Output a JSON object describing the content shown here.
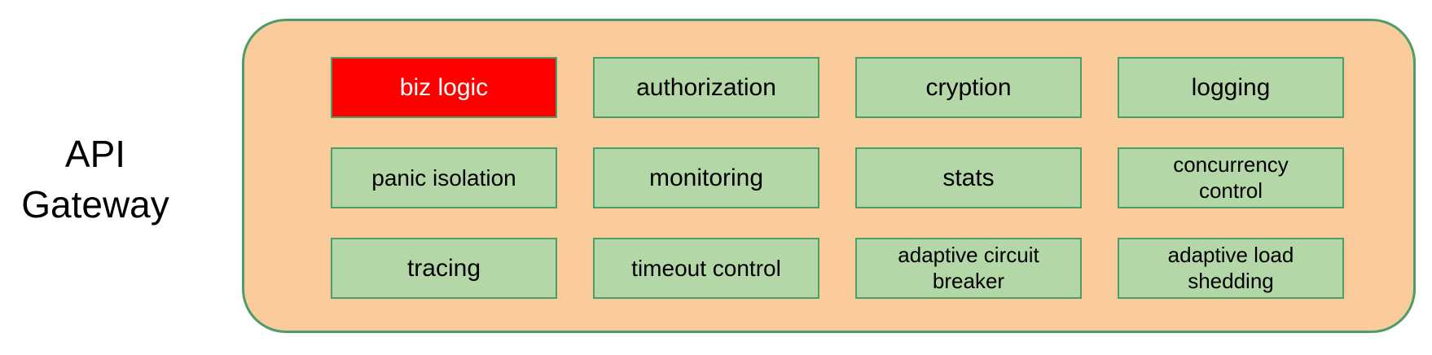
{
  "label": {
    "text": "API Gateway"
  },
  "gateway": {
    "components": [
      {
        "label": "biz logic",
        "highlight": true
      },
      {
        "label": "authorization",
        "highlight": false
      },
      {
        "label": "cryption",
        "highlight": false
      },
      {
        "label": "logging",
        "highlight": false
      },
      {
        "label": "panic isolation",
        "highlight": false
      },
      {
        "label": "monitoring",
        "highlight": false
      },
      {
        "label": "stats",
        "highlight": false
      },
      {
        "label": "concurrency control",
        "highlight": false
      },
      {
        "label": "tracing",
        "highlight": false
      },
      {
        "label": "timeout control",
        "highlight": false
      },
      {
        "label": "adaptive circuit breaker",
        "highlight": false
      },
      {
        "label": "adaptive load shedding",
        "highlight": false
      }
    ],
    "colors": {
      "container_fill": "#FACB9B",
      "container_border": "#4E9D68",
      "box_fill": "#B4D7A7",
      "box_border": "#4E9D68",
      "highlight_fill": "#FF0000",
      "highlight_text": "#FFFFFF",
      "text": "#000000"
    }
  }
}
